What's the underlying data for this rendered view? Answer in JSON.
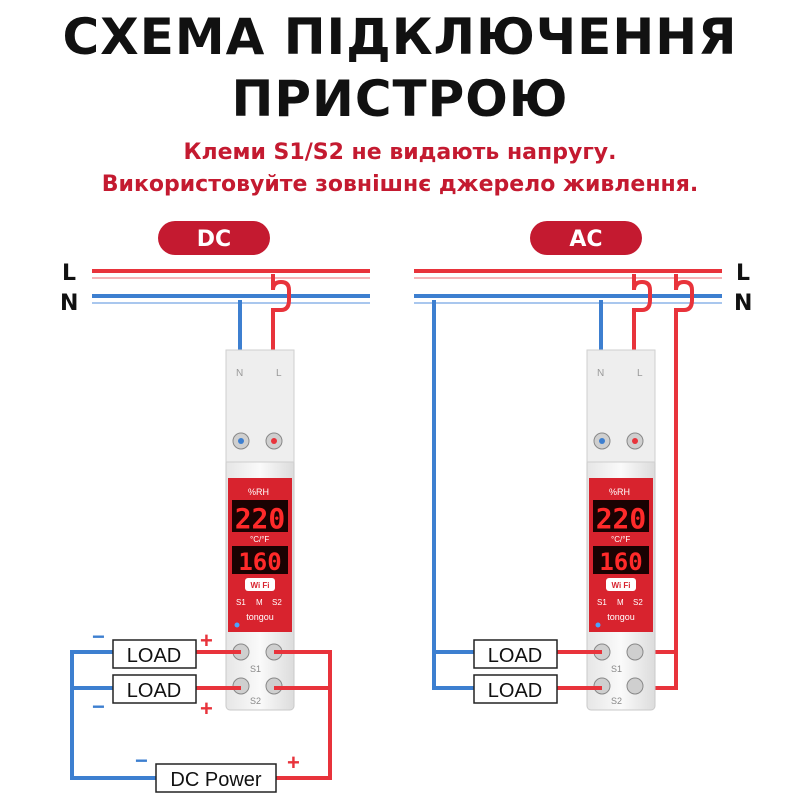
{
  "title": {
    "line1": "СХЕМА ПІДКЛЮЧЕННЯ",
    "line2": "ПРИСТРОЮ"
  },
  "warning": {
    "line1": "Клеми S1/S2 не видають напругу.",
    "line2": "Використовуйте зовнішнє джерело живлення."
  },
  "colors": {
    "live": "#e8333b",
    "neutral": "#3d7fd0",
    "accent": "#c41a30",
    "device": "#d8232e",
    "display": "#ff2a2a"
  },
  "dc": {
    "badge": "DC",
    "line_L": "L",
    "line_N": "N",
    "load_1": "LOAD",
    "load_2": "LOAD",
    "power": "DC Power",
    "plus": "+",
    "minus": "−"
  },
  "ac": {
    "badge": "AC",
    "line_L": "L",
    "line_N": "N",
    "load_1": "LOAD",
    "load_2": "LOAD"
  },
  "device": {
    "humidity_unit": "%RH",
    "temp_unit": "°C/°F",
    "reading_top": "220",
    "reading_bottom": "160",
    "wifi": "Wi Fi",
    "channels": [
      "S1",
      "M",
      "S2"
    ],
    "brand": "tongou",
    "terminal_N": "N",
    "terminal_L": "L",
    "terminal_S1": "S1",
    "terminal_S2": "S2"
  }
}
